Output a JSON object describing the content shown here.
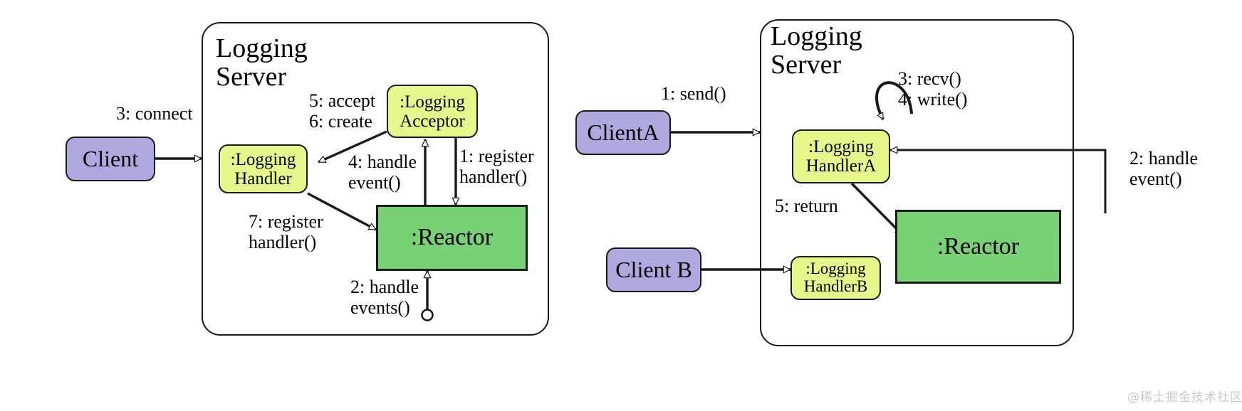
{
  "title": "Reactor Pattern Collaboration Diagram",
  "colors": {
    "client_fill": "#b0a9e0",
    "handler_fill": "#e7f78b",
    "reactor_fill": "#79d175",
    "stroke": "#1a1a1a",
    "background": "#ffffff",
    "watermark": "#c9c9cf"
  },
  "watermark": "@稀土掘金技术社区",
  "left_diagram": {
    "name": "connection-setup-diagram",
    "frame_title": "Logging\nServer",
    "nodes": {
      "client": {
        "label": "Client"
      },
      "logging_handler": {
        "line1": ":Logging",
        "line2": "Handler"
      },
      "logging_acceptor": {
        "line1": ":Logging",
        "line2": "Acceptor"
      },
      "reactor": {
        "label": ":Reactor"
      }
    },
    "labels": [
      {
        "name": "label-3-connect",
        "text": "3: connect"
      },
      {
        "name": "label-5-accept-6-create",
        "text": "5: accept\n6: create"
      },
      {
        "name": "label-4-handle-event",
        "text": "4: handle\nevent()"
      },
      {
        "name": "label-1-register-handler",
        "text": "1: register\nhandler()"
      },
      {
        "name": "label-7-register-handler",
        "text": "7: register\nhandler()"
      },
      {
        "name": "label-2-handle-events",
        "text": "2: handle\nevents()"
      }
    ]
  },
  "right_diagram": {
    "name": "request-processing-diagram",
    "frame_title": "Logging\nServer",
    "nodes": {
      "client_a": {
        "label": "ClientA"
      },
      "client_b": {
        "label": "Client B"
      },
      "logging_handler_a": {
        "line1": ":Logging",
        "line2": "HandlerA"
      },
      "logging_handler_b": {
        "line1": ":Logging",
        "line2": "HandlerB"
      },
      "reactor": {
        "label": ":Reactor"
      }
    },
    "labels": [
      {
        "name": "label-1-send",
        "text": "1: send()"
      },
      {
        "name": "label-3-recv-4-write",
        "text": "3: recv()\n4: write()"
      },
      {
        "name": "label-2-handle-event",
        "text": "2: handle\nevent()"
      },
      {
        "name": "label-5-return",
        "text": "5: return"
      }
    ]
  }
}
